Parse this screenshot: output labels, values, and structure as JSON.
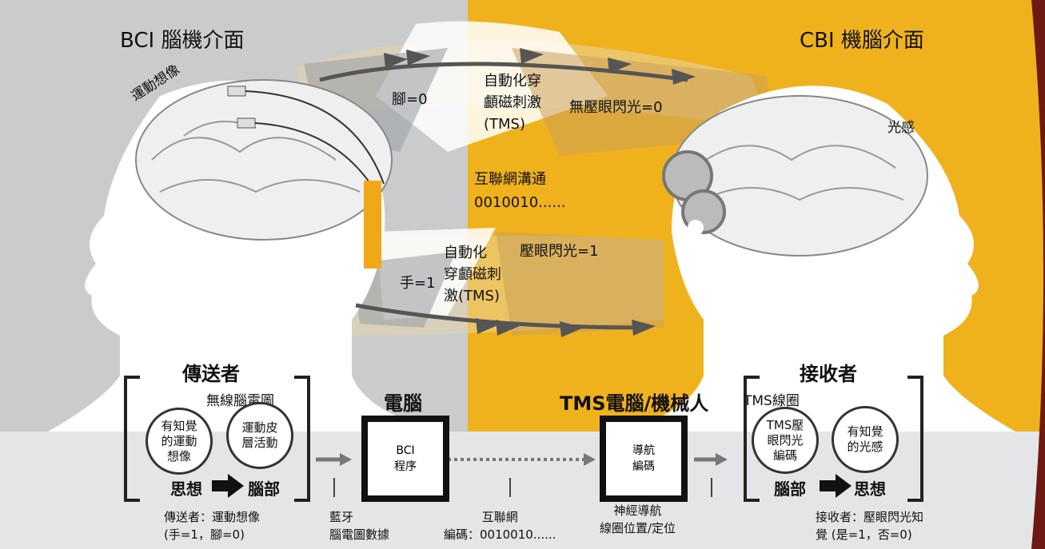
{
  "colors": {
    "left_bg": "#c9cbcc",
    "right_bg": "#f0b21c",
    "band": "#e4e5e6",
    "dark": "#1a1a1a",
    "accent": "#f0a818",
    "corner": "#6e1a12"
  },
  "titles": {
    "bci": "BCI 腦機介面",
    "cbi": "CBI 機腦介面"
  },
  "labels": {
    "motor_imagery": "運動想像",
    "foot": "腳=0",
    "tms_auto_top": "自動化穿\n顱磁刺激\n(TMS)",
    "no_phosphene": "無壓眼閃光=0",
    "light_sense": "光感",
    "internet_comm": "互聯網溝通",
    "binary": "0010010......",
    "hand": "手=1",
    "tms_auto_bottom": "自動化\n穿顱磁刺\n激(TMS)",
    "phosphene": "壓眼閃光=1"
  },
  "sender": {
    "title": "傳送者",
    "eeg_label": "無線腦電圖",
    "circle_left": "有知覺\n的運動\n想像",
    "circle_right": "運動皮\n層活動",
    "flow_left": "思想",
    "flow_right": "腦部"
  },
  "computer": {
    "title": "電腦",
    "box": "BCI\n程序"
  },
  "tms_robot": {
    "title": "TMS電腦/機械人",
    "box": "導航\n編碼"
  },
  "receiver": {
    "title": "接收者",
    "coil_label": "TMS線圈",
    "circle_left": "TMS壓\n眼閃光\n編碼",
    "circle_right": "有知覺\n的光感",
    "flow_left": "腦部",
    "flow_right": "思想"
  },
  "captions": {
    "sender_caption": "傳送者：運動想像\n(手=1，腳=0)",
    "bluetooth": "藍牙\n腦電圖數據",
    "internet": "互聯網\n編碼：0010010......",
    "neuronav": "神經導航\n線圈位置/定位",
    "receiver_caption": "接收者：壓眼閃光知\n覺 (是=1，否=0)"
  }
}
